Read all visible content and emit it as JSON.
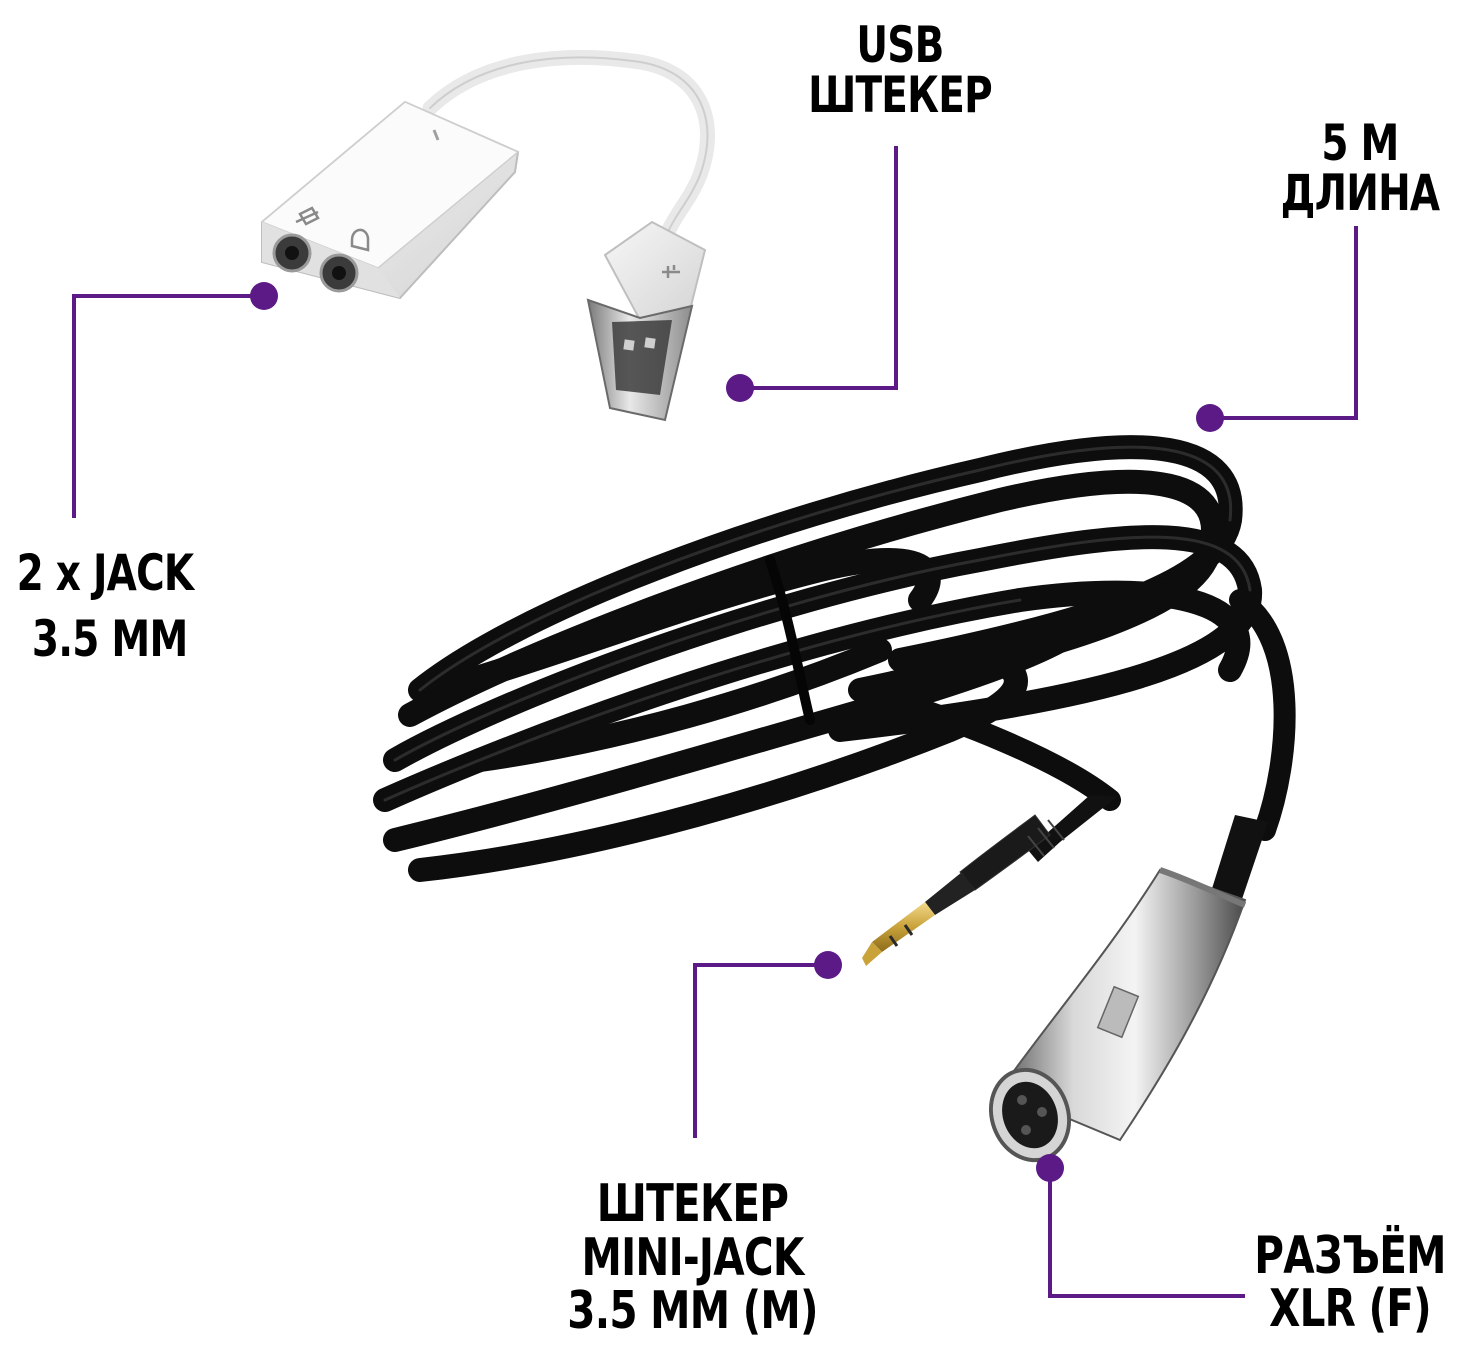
{
  "image": {
    "background_color": "#ffffff",
    "accent_color": "#5b1a86",
    "callouts": [
      {
        "id": "usb",
        "lines": [
          "USB",
          "ШТЕКЕР"
        ]
      },
      {
        "id": "length",
        "lines": [
          "5 М",
          "ДЛИНА"
        ]
      },
      {
        "id": "jack",
        "lines": [
          "2 x JACK",
          "3.5 MM"
        ]
      },
      {
        "id": "mini",
        "lines": [
          "ШТЕКЕР",
          "MINI-JACK",
          "3.5 MM (M)"
        ]
      },
      {
        "id": "xlr",
        "lines": [
          "РАЗЪЁМ",
          "XLR (F)"
        ]
      }
    ],
    "adapter": {
      "icons": [
        "microphone-icon",
        "headphones-icon",
        "usb-symbol-icon"
      ]
    }
  }
}
